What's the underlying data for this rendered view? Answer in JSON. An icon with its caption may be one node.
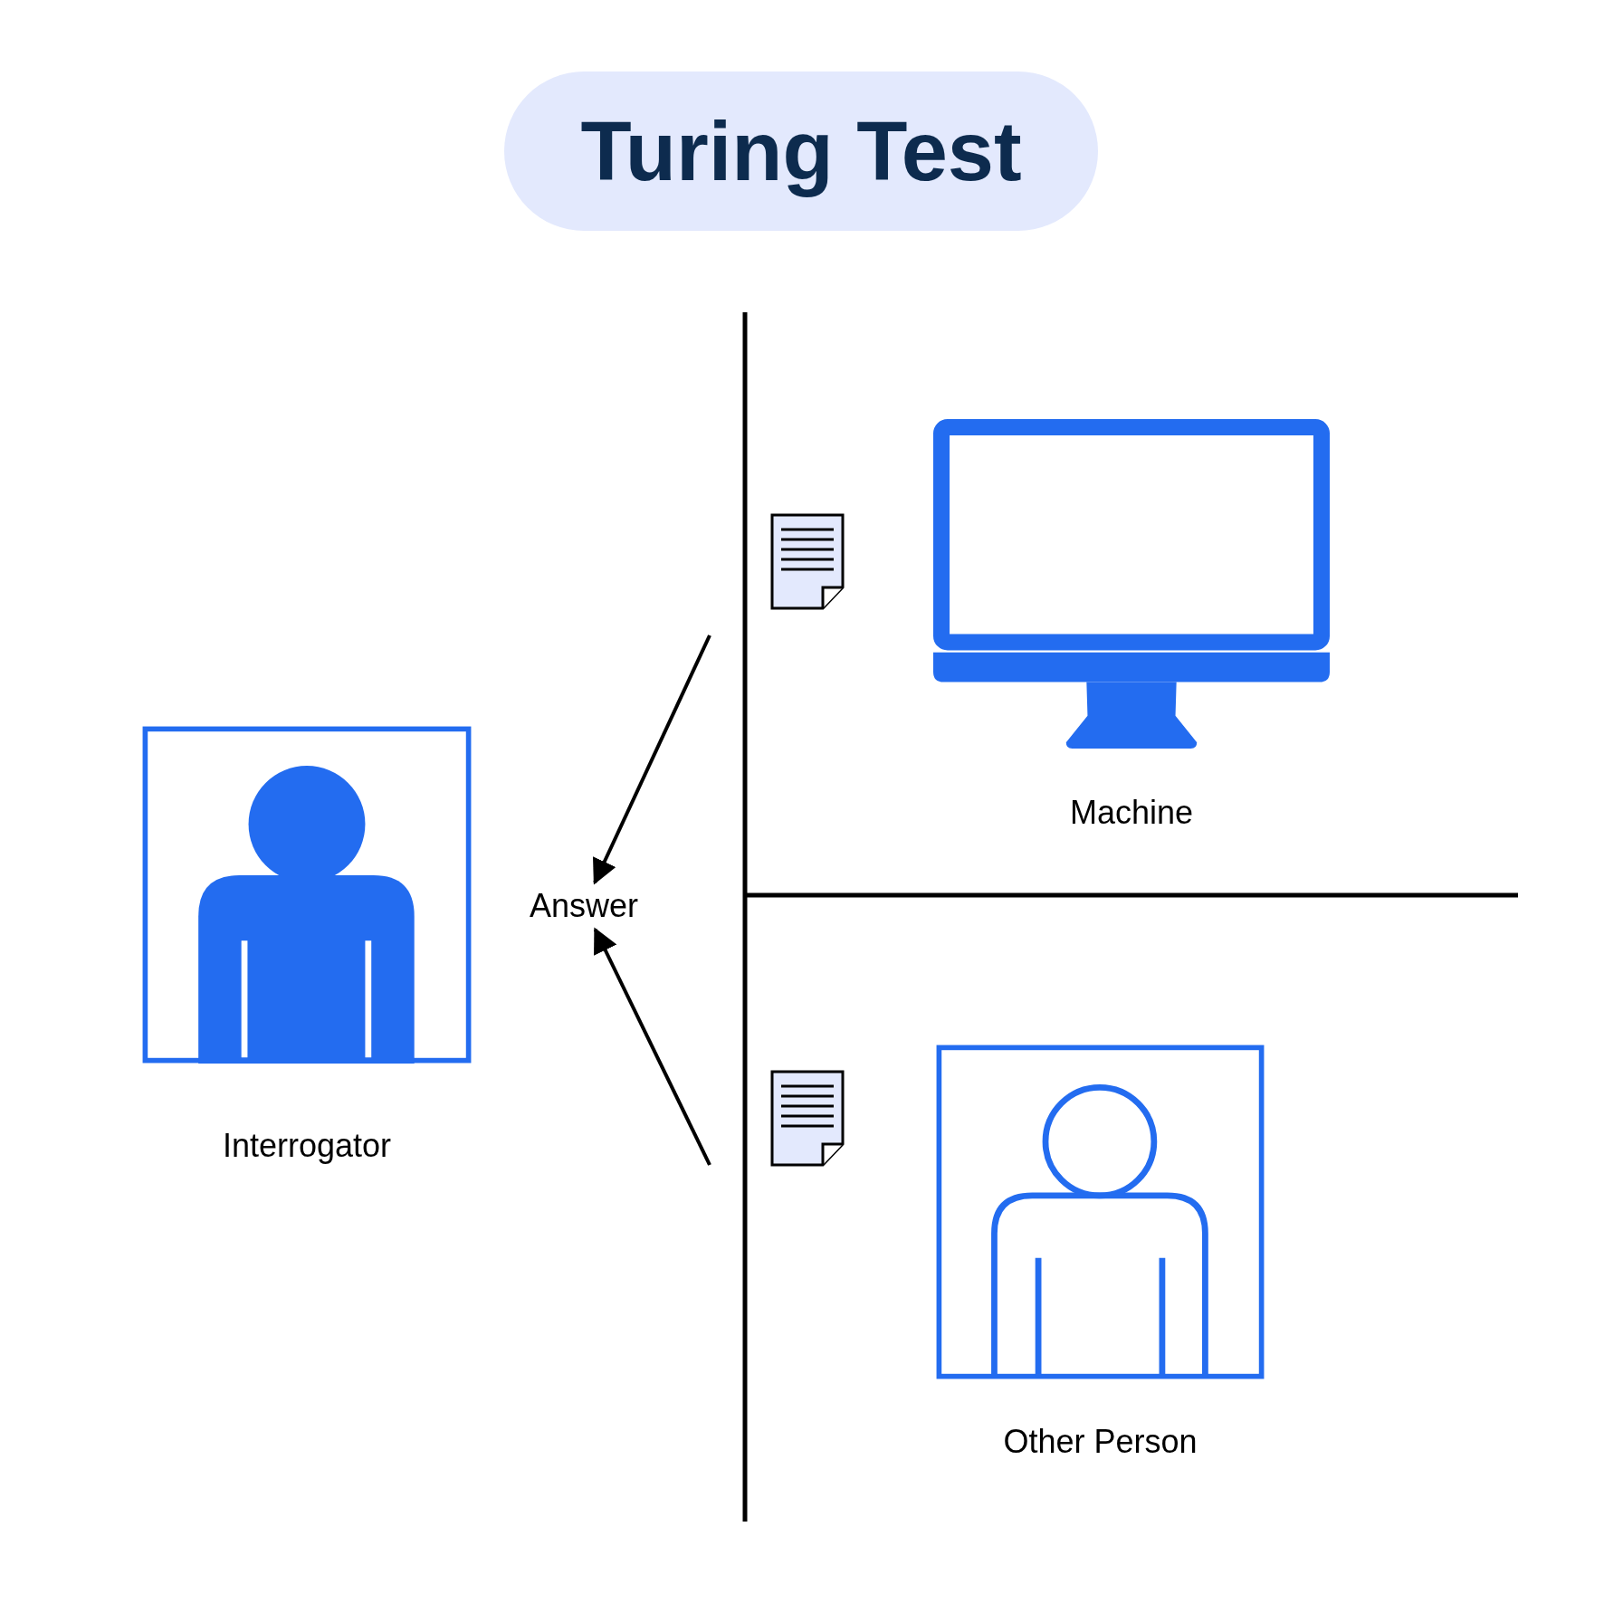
{
  "diagram": {
    "title": "Turing Test",
    "nodes": [
      {
        "text": [
          "Interrogator"
        ]
      },
      {
        "text": [
          "Answer"
        ]
      },
      {
        "text": [
          "Machine"
        ]
      },
      {
        "text": [
          "Other Person"
        ]
      }
    ],
    "edges": [
      {
        "from": null,
        "to": 1,
        "arrow": "to"
      },
      {
        "from": null,
        "to": 1,
        "arrow": "to"
      }
    ]
  }
}
